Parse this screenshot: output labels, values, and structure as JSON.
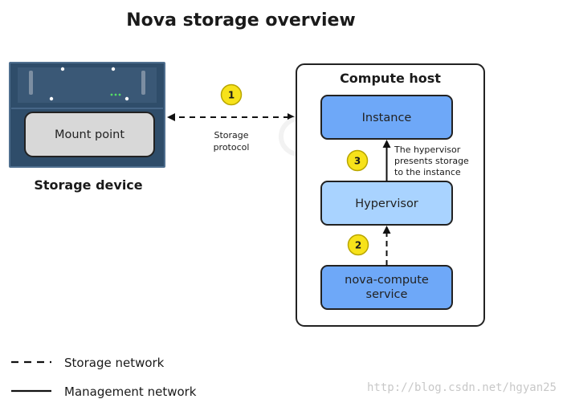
{
  "title": "Nova storage overview",
  "storage_device": {
    "label": "Storage device",
    "mount_point": "Mount point"
  },
  "compute_host": {
    "label": "Compute host",
    "instance": "Instance",
    "hypervisor": "Hypervisor",
    "nova_compute_line1": "nova-compute",
    "nova_compute_line2": "service"
  },
  "storage_protocol": {
    "line1": "Storage",
    "line2": "protocol"
  },
  "hypervisor_note": {
    "line1": "The hypervisor",
    "line2": "presents storage",
    "line3": "to the instance"
  },
  "steps": {
    "one": "1",
    "two": "2",
    "three": "3"
  },
  "legend": {
    "storage_network": "Storage network",
    "management_network": "Management network"
  },
  "watermark": "http://blog.csdn.net/hgyan25",
  "colors": {
    "device_fill": "#2f4d6a",
    "device_border": "#4f6f8f",
    "mount_fill": "#d8d8d8",
    "instance_fill": "#6ea8f8",
    "hypervisor_fill": "#a9d3ff",
    "nova_fill": "#6ea8f8",
    "box_border": "#222222",
    "badge_fill": "#f7e21a",
    "badge_border": "#b9a600",
    "led": "#55dd66"
  }
}
